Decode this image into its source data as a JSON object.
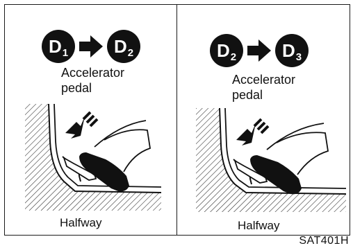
{
  "panels": [
    {
      "from_gear": {
        "letter": "D",
        "sub": "1"
      },
      "to_gear": {
        "letter": "D",
        "sub": "2"
      },
      "pedal_label_line1": "Accelerator",
      "pedal_label_line2": "pedal",
      "position_label": "Halfway"
    },
    {
      "from_gear": {
        "letter": "D",
        "sub": "2"
      },
      "to_gear": {
        "letter": "D",
        "sub": "3"
      },
      "pedal_label_line1": "Accelerator",
      "pedal_label_line2": "pedal",
      "position_label": "Halfway"
    }
  ],
  "figure_code": "SAT401H",
  "icons": [
    "right-arrow-icon",
    "press-direction-arrow-icon",
    "accelerator-pedal-icon",
    "foot-icon"
  ]
}
